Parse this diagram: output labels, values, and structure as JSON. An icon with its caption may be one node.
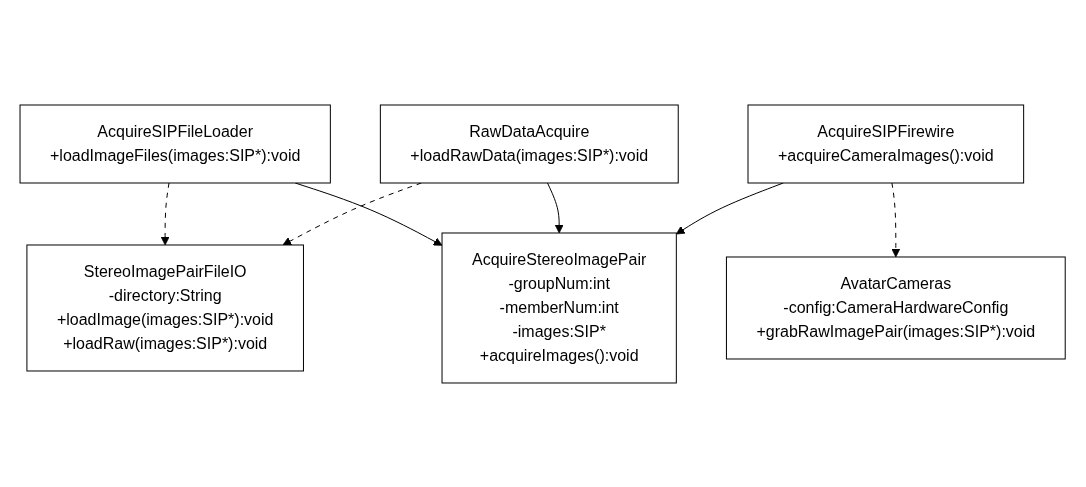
{
  "diagram": {
    "nodes": [
      {
        "text": [
          "AcquireSIPFileLoader",
          "+loadImageFiles(images:SIP*):void"
        ]
      },
      {
        "text": [
          "AcquireStereoImagePair",
          "-groupNum:int",
          "-memberNum:int",
          "-images:SIP*",
          "+acquireImages():void"
        ]
      },
      {
        "text": [
          "StereoImagePairFileIO",
          "-directory:String",
          "+loadImage(images:SIP*):void",
          "+loadRaw(images:SIP*):void"
        ]
      },
      {
        "text": [
          "RawDataAcquire",
          "+loadRawData(images:SIP*):void"
        ]
      },
      {
        "text": [
          "AcquireSIPFirewire",
          "+acquireCameraImages():void"
        ]
      },
      {
        "text": [
          "AvatarCameras",
          "-config:CameraHardwareConfig",
          "+grabRawImagePair(images:SIP*):void"
        ]
      }
    ],
    "edges": [
      {
        "from": 0,
        "to": 1,
        "arrow": "to"
      },
      {
        "from": 0,
        "to": 2,
        "arrow": "to",
        "style": "dashed"
      },
      {
        "from": 3,
        "to": 2,
        "arrow": "to",
        "style": "dashed"
      },
      {
        "from": 3,
        "to": 1,
        "arrow": "to"
      },
      {
        "from": 4,
        "to": 1,
        "arrow": "to"
      },
      {
        "from": 4,
        "to": 5,
        "arrow": "to",
        "style": "dashed"
      }
    ]
  }
}
